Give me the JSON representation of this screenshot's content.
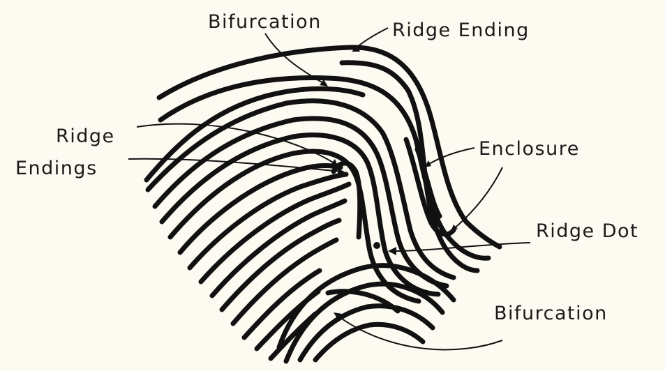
{
  "diagram": {
    "labels": {
      "bifurcation_top": "Bifurcation",
      "ridge_ending": "Ridge Ending",
      "ridge_endings_line1": "Ridge",
      "ridge_endings_line2": "Endings",
      "enclosure": "Enclosure",
      "ridge_dot": "Ridge Dot",
      "bifurcation_bottom": "Bifurcation"
    },
    "colors": {
      "background": "#fdfaf1",
      "ink": "#111111"
    }
  }
}
